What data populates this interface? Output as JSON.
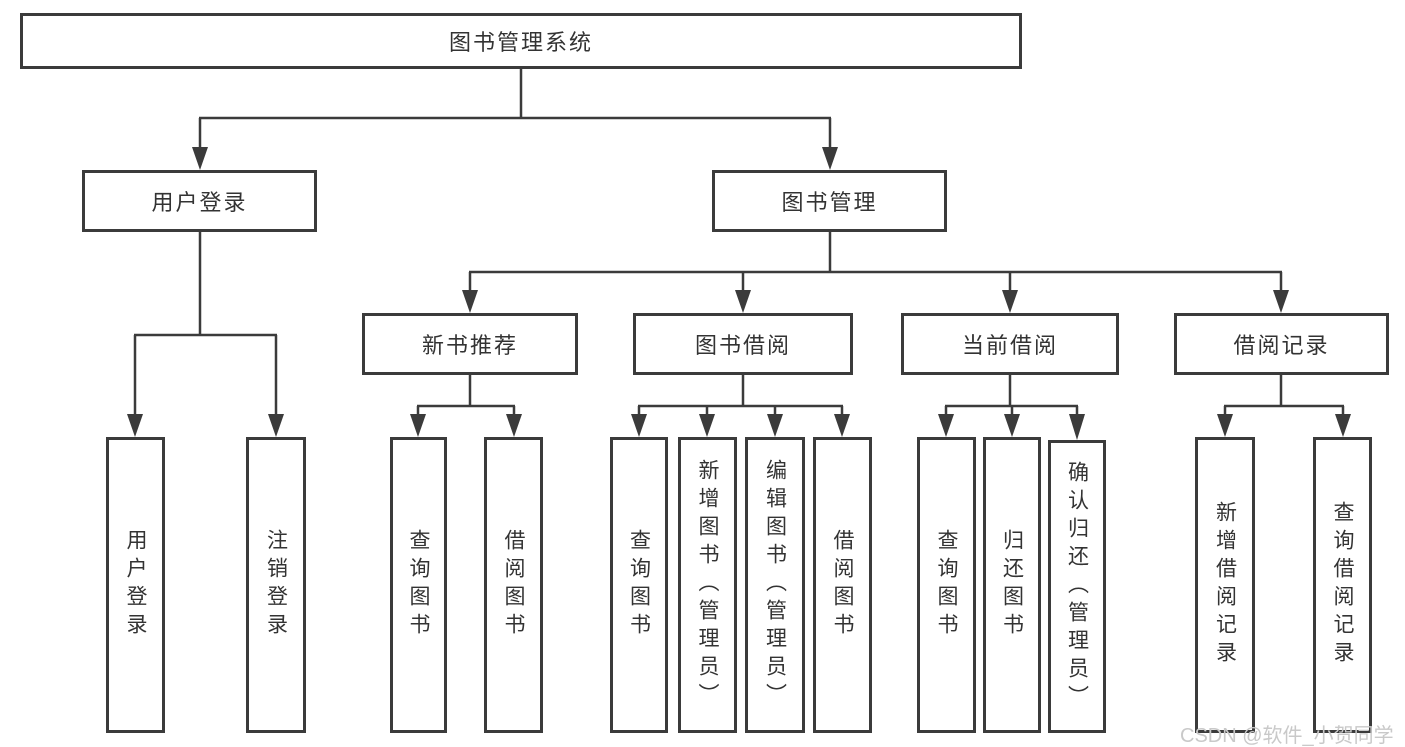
{
  "colors": {
    "line": "#3b3b3b",
    "box_border": "#3b3b3b",
    "text": "#333333",
    "watermark": "#c9c9c9",
    "background": "#ffffff"
  },
  "watermark": {
    "text": "CSDN @软件_小贺同学"
  },
  "nodes": {
    "root": "图书管理系统",
    "user_login": "用户登录",
    "book_mgmt": "图书管理",
    "new_book_rec": "新书推荐",
    "book_borrow": "图书借阅",
    "current_borrow": "当前借阅",
    "borrow_record": "借阅记录",
    "user_login_leaf": "用户登录",
    "logout_leaf": "注销登录",
    "query_book_a": "查询图书",
    "borrow_book_a": "借阅图书",
    "query_book_b": "查询图书",
    "add_book_admin": "新增图书（管理员）",
    "edit_book_admin": "编辑图书（管理员）",
    "borrow_book_b": "借阅图书",
    "query_book_c": "查询图书",
    "return_book": "归还图书",
    "confirm_return_admin": "确认归还（管理员）",
    "add_borrow_record": "新增借阅记录",
    "query_borrow_record": "查询借阅记录"
  },
  "hierarchy": {
    "图书管理系统": {
      "用户登录": [
        "用户登录",
        "注销登录"
      ],
      "图书管理": {
        "新书推荐": [
          "查询图书",
          "借阅图书"
        ],
        "图书借阅": [
          "查询图书",
          "新增图书（管理员）",
          "编辑图书（管理员）",
          "借阅图书"
        ],
        "当前借阅": [
          "查询图书",
          "归还图书",
          "确认归还（管理员）"
        ],
        "借阅记录": [
          "新增借阅记录",
          "查询借阅记录"
        ]
      }
    }
  }
}
